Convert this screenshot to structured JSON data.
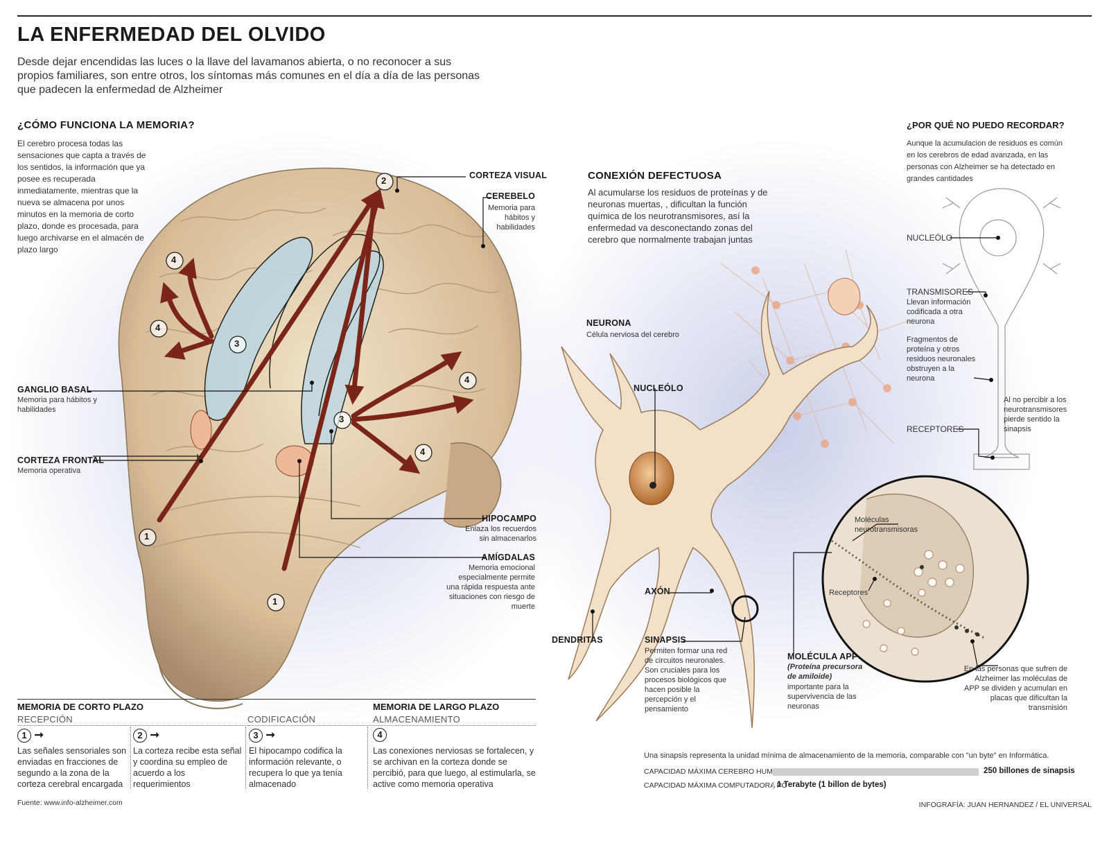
{
  "header": {
    "title": "LA ENFERMEDAD DEL OLVIDO",
    "subtitle": "Desde dejar encendidas las luces o la llave del lavamanos abierta, o no reconocer a sus propios familiares, son entre otros, los síntomas más comunes en el día a día de las personas que padecen la enfermedad de Alzheimer"
  },
  "memory": {
    "heading": "¿CÓMO FUNCIONA LA MEMORIA?",
    "body": "El cerebro procesa todas las sensaciones que capta a través de los sentidos, la información que ya posee es recuperada inmediatamente, mientras que la nueva se almacena por unos minutos en la memoria de corto plazo, donde es procesada, para luego archivarse en el almacén de plazo largo"
  },
  "brain_labels": {
    "corteza_visual": "CORTEZA VISUAL",
    "cerebelo": "CEREBELO",
    "cerebelo_desc": "Memoria para hábitos y habilidades",
    "ganglio": "GANGLIO BASAL",
    "ganglio_desc": "Memoria para hábitos y habilidades",
    "frontal": "CORTEZA FRONTAL",
    "frontal_desc": "Memoria operativa",
    "hipocampo": "HIPOCAMPO",
    "hipocampo_desc": "Enlaza los recuerdos sin almacenarlos",
    "amigdalas": "AMÍGDALAS",
    "amigdalas_desc": "Memoria emocional especialmente permite una rápida respuesta ante situaciones con riesgo de muerte"
  },
  "markers": [
    "1",
    "2",
    "3",
    "4"
  ],
  "conexion": {
    "heading": "CONEXIÓN DEFECTUOSA",
    "body": "Al acumularse los residuos de proteínas y de neuronas muertas, , dificultan la función química de los neurotransmisores, así la enfermedad va desconectando zonas del cerebro que normalmente trabajan juntas"
  },
  "neuron_labels": {
    "neurona": "NEURONA",
    "neurona_desc": "Célula nerviosa del cerebro",
    "nucleolo": "NUCLEÓLO",
    "axon": "AXÓN",
    "dendritas": "DENDRITAS",
    "sinapsis": "SINAPSIS",
    "sinapsis_desc": "Permiten formar una red de circuitos neuronales. Son cruciales para los procesos biológicos que hacen posible la percepción y el pensamiento",
    "app": "MOLÉCULA APP",
    "app_sub": "(Proteína precursora de amiloide)",
    "app_desc": "importante para la supervivencia de las neuronas",
    "moleculas": "Moléculas neurotransmisoras",
    "receptores": "Receptores",
    "alzheimer_note": "En las personas que sufren de Alzheimer las moléculas de APP se dividen y acumulan en placas que dificultan la transmisión"
  },
  "why": {
    "heading": "¿POR QUÉ NO PUEDO RECORDAR?",
    "body": "Aunque la acumulacion de residuos es común en los cerebros de edad avanzada, en las personas con Alzheimer se ha detectado en grandes cantidades",
    "nucleolo": "NUCLEÓLO",
    "transmisores": "TRANSMISORES",
    "transmisores_desc": "Llevan información codificada a otra neurona",
    "fragmentos": "Fragmentos de proteína y otros residuos neuronales obstruyen a la neurona",
    "receptores": "RECEPTORES",
    "no_percibir": "Al no percibir a los neurotransmisores pierde sentido la sinapsis"
  },
  "stages": {
    "short_title": "MEMORIA DE CORTO PLAZO",
    "long_title": "MEMORIA DE LARGO PLAZO",
    "recepcion": "RECEPCIÓN",
    "codificacion": "CODIFICACIÓN",
    "almacenamiento": "ALMACENAMIENTO",
    "s1": "Las señales sensoriales son enviadas en fracciones de segundo a la zona de la corteza cerebral encargada",
    "s2": "La corteza recibe esta señal y coordina su empleo de acuerdo a los requerimientos",
    "s3": "El hipocampo codifica la información relevante, o recupera lo que ya tenía almacenado",
    "s4": "Las conexiones nerviosas se fortalecen, y se archivan en la corteza donde se percibió, para que luego, al estimularla, se active como memoria operativa"
  },
  "capacity": {
    "note": "Una sinapsis representa la unidad mínima de almacenamiento de la memoria, comparable con \"un byte\" en Informática.",
    "brain_label": "CAPACIDAD MÁXIMA CEREBRO HUMANO",
    "brain_value": "250 billones de sinapsis",
    "pc_label": "CAPACIDAD MÁXIMA COMPUTADORA PC",
    "pc_value": "1 Terabyte (1 billon de bytes)"
  },
  "footer": {
    "source": "Fuente: www.info-alzheimer.com",
    "credit": "INFOGRAFÍA: JUAN HERNANDEZ / EL UNIVERSAL"
  },
  "colors": {
    "arrow": "#7a2518",
    "skull": "#d9c09a",
    "hippo": "#b9d6e3",
    "wash": "#c9cfe6"
  }
}
